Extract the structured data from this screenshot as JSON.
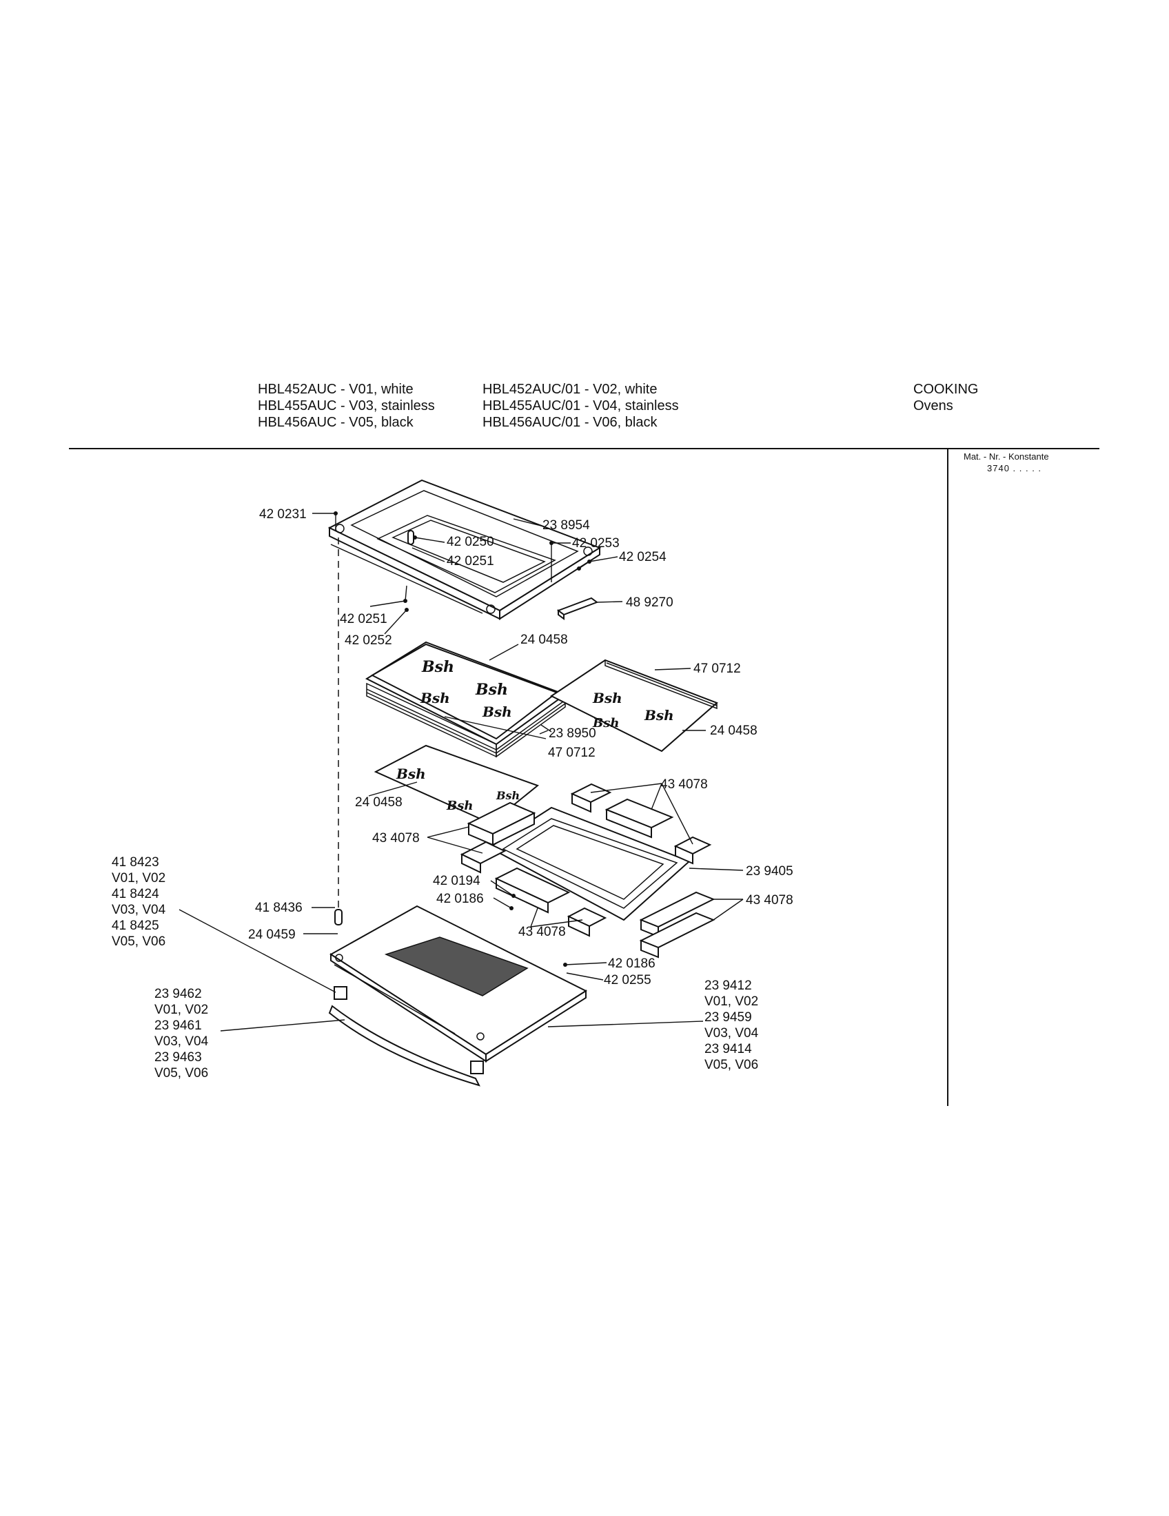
{
  "header": {
    "models_left": [
      "HBL452AUC - V01, white",
      "HBL455AUC - V03, stainless",
      "HBL456AUC - V05, black"
    ],
    "models_right": [
      "HBL452AUC/01 - V02, white",
      "HBL455AUC/01 - V04, stainless",
      "HBL456AUC/01 - V06, black"
    ],
    "category": "COOKING",
    "subcategory": "Ovens"
  },
  "side": {
    "mat_label": "Mat. - Nr. - Konstante",
    "mat_value": "3740 . . . . ."
  },
  "parts": {
    "p420231": "42 0231",
    "p238954": "23 8954",
    "p420250": "42 0250",
    "p420251a": "42 0251",
    "p420253": "42 0253",
    "p420254": "42 0254",
    "p489270": "48 9270",
    "p420251b": "42 0251",
    "p420252": "42 0252",
    "p240458a": "24 0458",
    "p470712a": "47 0712",
    "p238950": "23 8950",
    "p240458b": "24 0458",
    "p470712b": "47 0712",
    "p240458c": "24 0458",
    "p434078a": "43 4078",
    "p434078b": "43 4078",
    "p239405": "23 9405",
    "p420194": "42 0194",
    "p420186a": "42 0186",
    "p434078c": "43 4078",
    "p434078d": "43 4078",
    "p418436": "41 8436",
    "p240459": "24 0459",
    "p420186b": "42 0186",
    "p420255": "42 0255",
    "group_left_top": [
      "41 8423",
      "V01, V02",
      "41 8424",
      "V03, V04",
      "41 8425",
      "V05, V06"
    ],
    "group_left_bottom": [
      "23 9462",
      "V01, V02",
      "23 9461",
      "V03, V04",
      "23 9463",
      "V05, V06"
    ],
    "group_right": [
      "23 9412",
      "V01, V02",
      "23 9459",
      "V03, V04",
      "23 9414",
      "V05, V06"
    ]
  }
}
